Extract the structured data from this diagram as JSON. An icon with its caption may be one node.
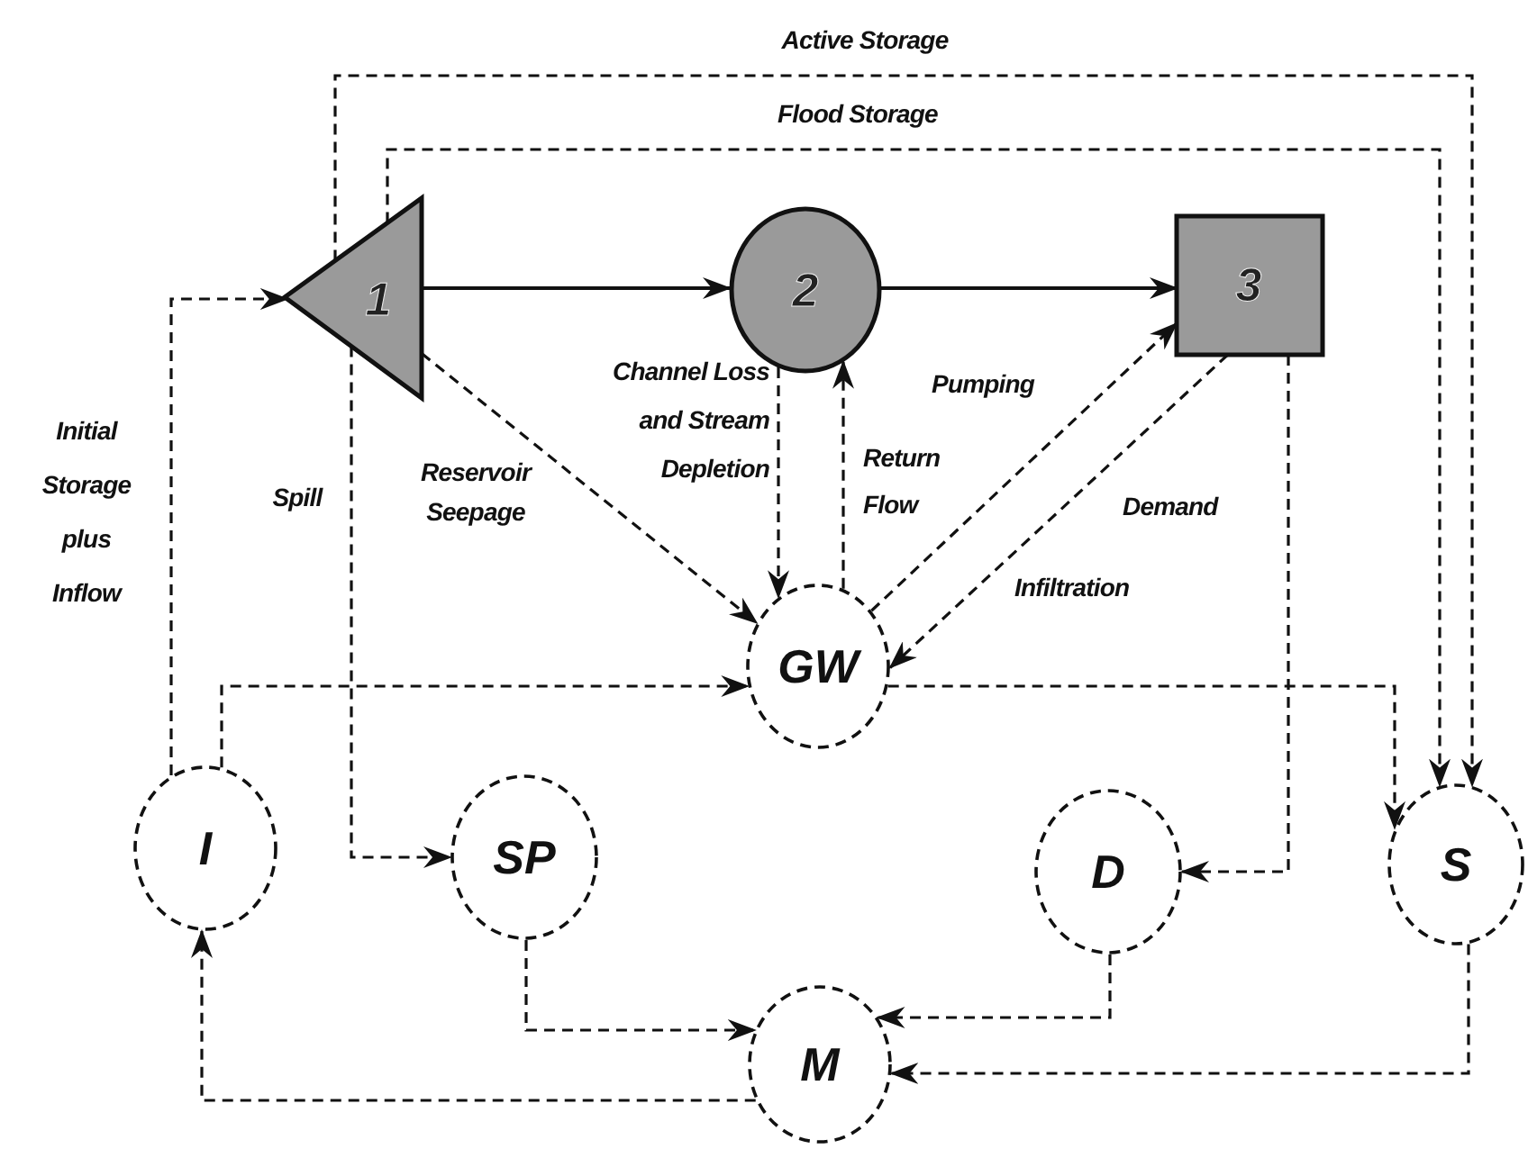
{
  "diagram": {
    "nodes": [
      {
        "text": [
          "1"
        ]
      },
      {
        "text": [
          "2"
        ]
      },
      {
        "text": [
          "3"
        ]
      },
      {
        "text": [
          "GW"
        ]
      },
      {
        "text": [
          "I"
        ]
      },
      {
        "text": [
          "SP"
        ]
      },
      {
        "text": [
          "D"
        ]
      },
      {
        "text": [
          "S"
        ]
      },
      {
        "text": [
          "M"
        ]
      }
    ],
    "edges": [
      {
        "from": 0,
        "to": 1,
        "arrow": "to"
      },
      {
        "from": 1,
        "to": 2,
        "arrow": "to"
      },
      {
        "from": 4,
        "to": 0,
        "arrow": "to",
        "label": "Initial Storage plus Inflow",
        "style": "dashed"
      },
      {
        "from": 0,
        "to": 7,
        "arrow": "to",
        "label": "Active Storage",
        "style": "dashed"
      },
      {
        "from": 0,
        "to": 7,
        "arrow": "to",
        "label": "Flood Storage",
        "style": "dashed"
      },
      {
        "from": 0,
        "to": 5,
        "arrow": "to",
        "label": "Spill",
        "style": "dashed"
      },
      {
        "from": 0,
        "to": 3,
        "arrow": "to",
        "label": "Reservoir Seepage",
        "style": "dashed"
      },
      {
        "from": 1,
        "to": 3,
        "arrow": "to",
        "label": "Channel Loss and Stream Depletion",
        "style": "dashed"
      },
      {
        "from": 3,
        "to": 1,
        "arrow": "to",
        "label": "Return Flow",
        "style": "dashed"
      },
      {
        "from": 3,
        "to": 2,
        "arrow": "to",
        "label": "Pumping",
        "style": "dashed"
      },
      {
        "from": 2,
        "to": 3,
        "arrow": "to",
        "label": "Infiltration",
        "style": "dashed"
      },
      {
        "from": 2,
        "to": 6,
        "arrow": "to",
        "label": "Demand",
        "style": "dashed"
      },
      {
        "from": 4,
        "to": 3,
        "arrow": "to",
        "style": "dashed"
      },
      {
        "from": 3,
        "to": 7,
        "arrow": "to",
        "style": "dashed"
      },
      {
        "from": 5,
        "to": 8,
        "arrow": "to",
        "style": "dashed"
      },
      {
        "from": 6,
        "to": 8,
        "arrow": "to",
        "style": "dashed"
      },
      {
        "from": 7,
        "to": 8,
        "arrow": "to",
        "style": "dashed"
      },
      {
        "from": 8,
        "to": 4,
        "arrow": "to",
        "style": "dashed"
      }
    ]
  }
}
